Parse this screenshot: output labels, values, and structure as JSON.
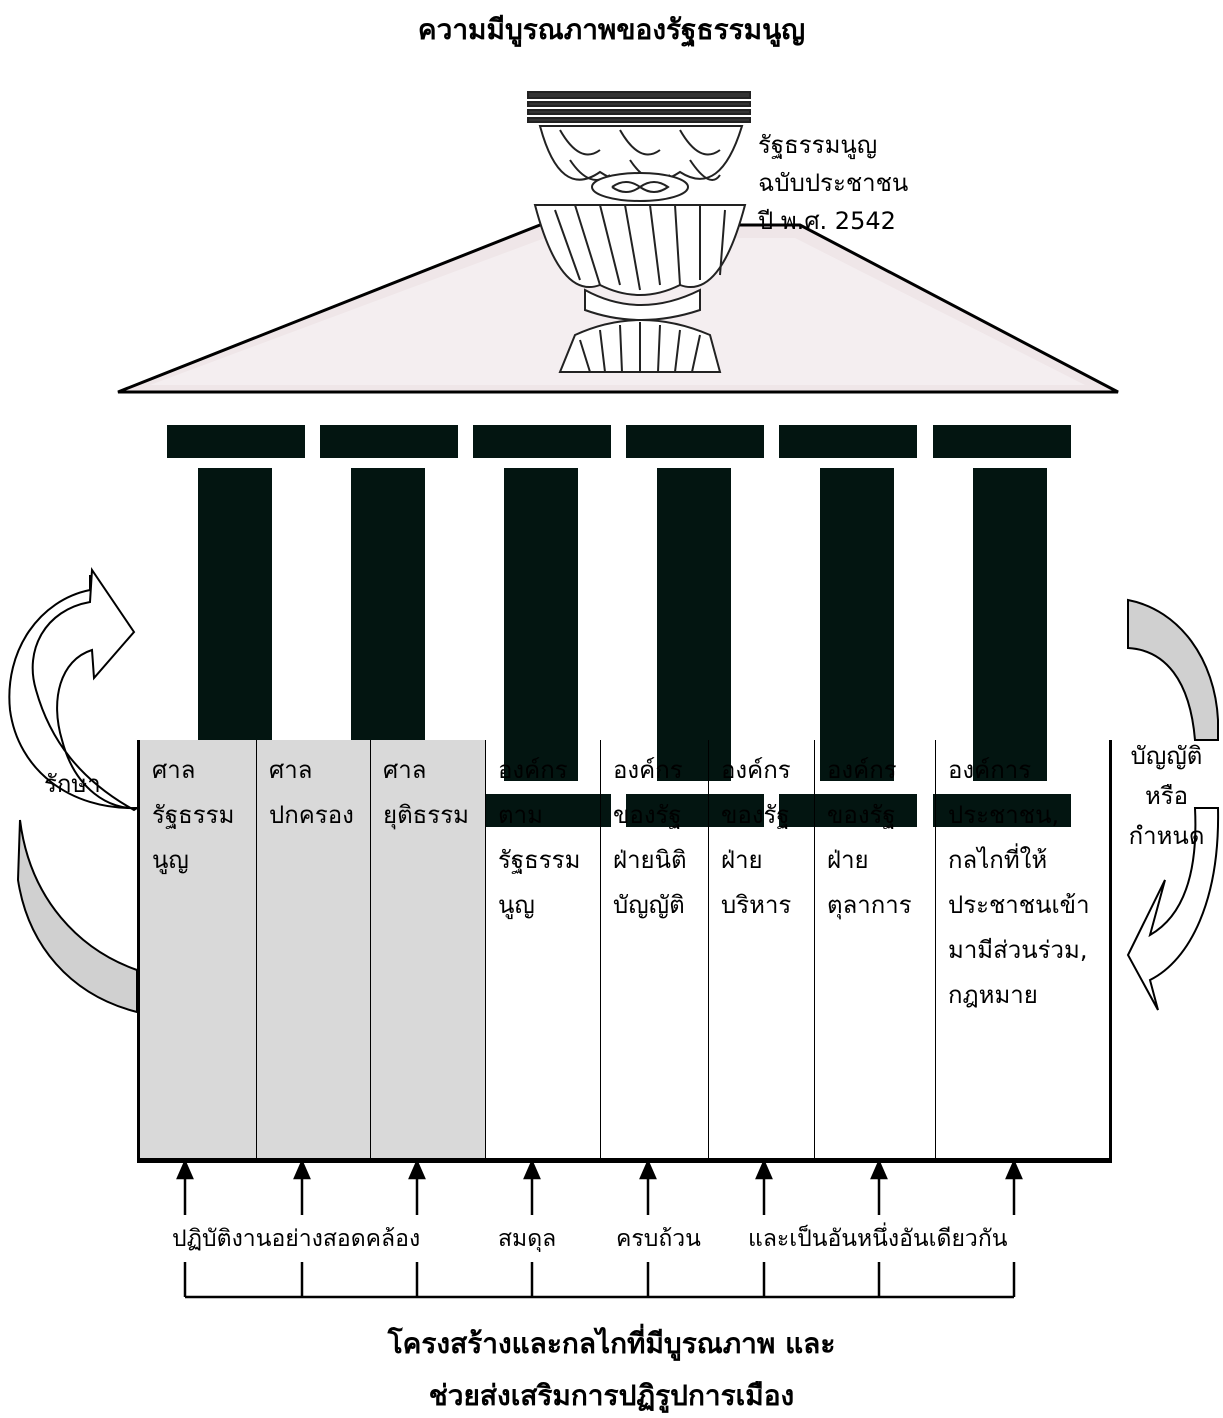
{
  "title": "ความมีบูรณภาพของรัฐธรรมนูญ",
  "capital_caption": [
    "รัฐธรรมนูญ",
    "ฉบับประชาชน",
    "ปี พ.ศ. 2542"
  ],
  "left_arrow_label": "รักษา",
  "right_arrow_label": [
    "บัญญัติ",
    "หรือ",
    "กำหนด"
  ],
  "columns": [
    {
      "lines": [
        "ศาล",
        "รัฐธรรม",
        "นูญ"
      ],
      "shaded": true
    },
    {
      "lines": [
        "ศาล",
        "ปกครอง"
      ],
      "shaded": true
    },
    {
      "lines": [
        "ศาล",
        "ยุติธรรม"
      ],
      "shaded": true
    },
    {
      "lines": [
        "องค์กร",
        "ตาม",
        "รัฐธรรม",
        "นูญ"
      ],
      "shaded": false
    },
    {
      "lines": [
        "องค์กร",
        "ของรัฐ",
        "ฝ่ายนิติ",
        "บัญญัติ"
      ],
      "shaded": false
    },
    {
      "lines": [
        "องค์กร",
        "ของรัฐ",
        "ฝ่าย",
        "บริหาร"
      ],
      "shaded": false
    },
    {
      "lines": [
        "องค์กร",
        "ของรัฐ",
        "ฝ่าย",
        "ตุลาการ"
      ],
      "shaded": false
    },
    {
      "lines": [
        "องค์การ",
        "ประชาชน,",
        "กลไกที่ให้",
        "ประชาชนเข้า",
        "มามีส่วนร่วม,",
        "กฎหมาย"
      ],
      "shaded": false
    }
  ],
  "bottom_labels": [
    "ปฏิบัติงานอย่างสอดคล้อง",
    "สมดุล",
    "ครบถ้วน",
    "และเป็นอันหนึ่งอันเดียวกัน"
  ],
  "footer": [
    "โครงสร้างและกลไกที่มีบูรณภาพ และ",
    "ช่วยส่งเสริมการปฏิรูปการเมือง"
  ],
  "colors": {
    "pillar": "#031511",
    "frame": "#8a8086",
    "frame_fill": "#f2ecee",
    "shaded_cell": "#d9d9d9",
    "arrow_fill": "#d0d0d0"
  }
}
